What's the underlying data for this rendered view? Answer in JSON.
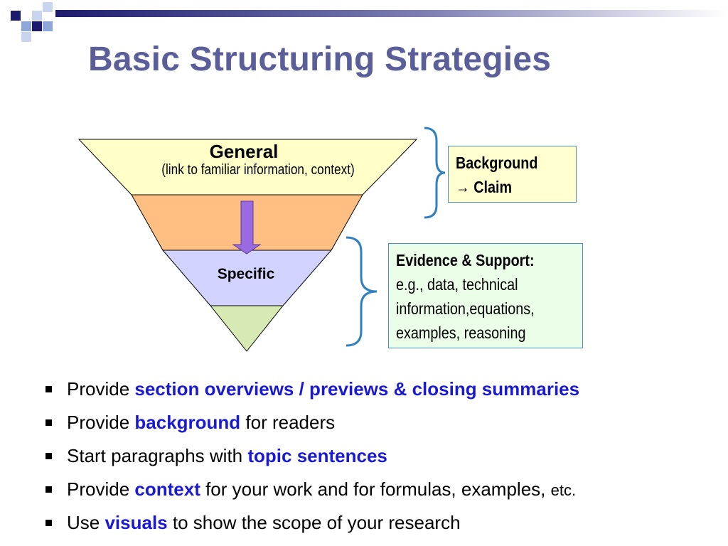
{
  "slide": {
    "title": "Basic Structuring Strategies"
  },
  "funnel": {
    "top_label": "General",
    "top_sublabel": "(link to familiar information, context)",
    "middle_label": "Specific"
  },
  "callouts": {
    "background": {
      "line1": "Background",
      "line2": "→ Claim"
    },
    "evidence": {
      "heading": "Evidence & Support:",
      "lines": [
        "e.g., data, technical",
        "information,equations,",
        "examples, reasoning"
      ]
    }
  },
  "bullets": [
    {
      "parts": [
        "Provide ",
        "section overviews / previews & closing summaries"
      ]
    },
    {
      "parts": [
        "Provide ",
        "background",
        " for readers"
      ]
    },
    {
      "parts": [
        "Start paragraphs with ",
        "topic sentences"
      ]
    },
    {
      "parts": [
        "Provide ",
        "context",
        " for your work and for formulas, examples, ",
        "etc."
      ]
    },
    {
      "parts": [
        "Use ",
        "visuals",
        " to show the scope of your research"
      ]
    }
  ],
  "colors": {
    "title": "#5a5e99",
    "highlight": "#1a1ad6",
    "funnel_band_1": "#ffffc8",
    "funnel_band_2": "#ffbf82",
    "funnel_band_3": "#d2d2ff",
    "funnel_band_4": "#d8eab4",
    "arrow": "#9a6be0",
    "brace": "#2f7fc1"
  }
}
